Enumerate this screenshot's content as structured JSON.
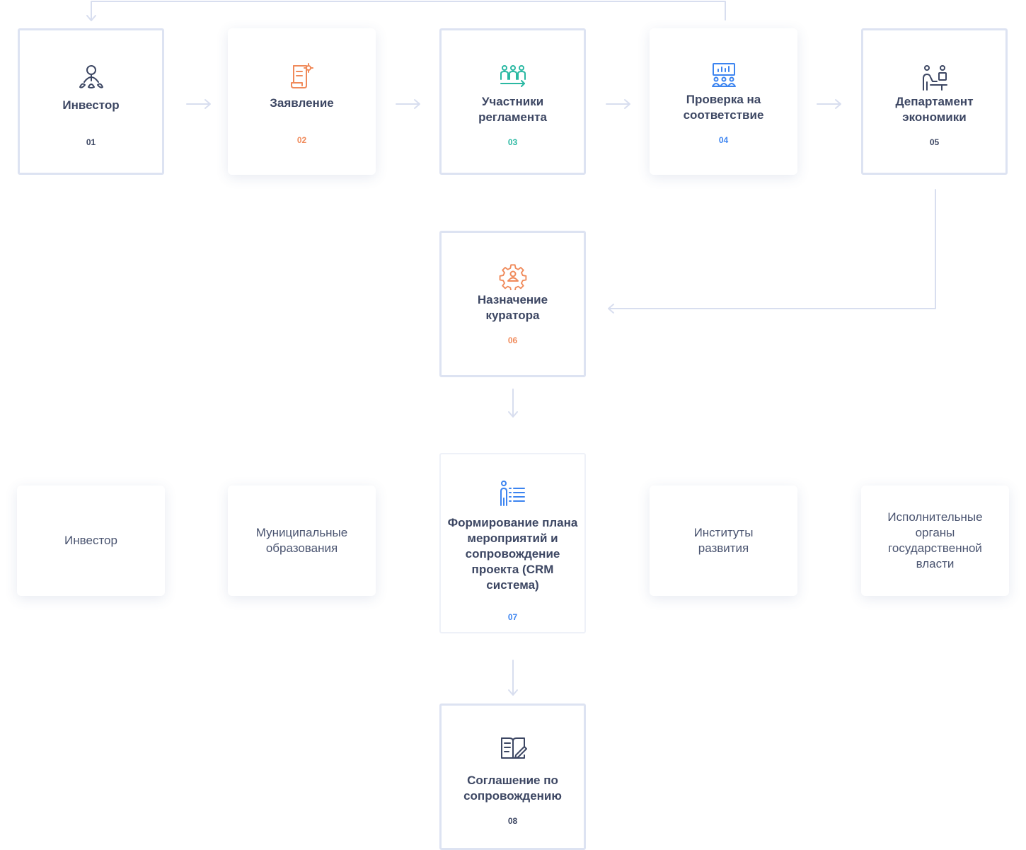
{
  "steps": [
    {
      "title": "Инвестор",
      "number": "01",
      "color": "#3d4763",
      "icon": "investor-icon"
    },
    {
      "title": "Заявление",
      "number": "02",
      "color": "#f08a5a",
      "icon": "document-gear-icon"
    },
    {
      "title": "Участники регламента",
      "number": "03",
      "color": "#2ab8a2",
      "icon": "participants-icon"
    },
    {
      "title": "Проверка на соответствие",
      "number": "04",
      "color": "#3c84f0",
      "icon": "presentation-audience-icon"
    },
    {
      "title": "Департамент экономики",
      "number": "05",
      "color": "#3d4763",
      "icon": "office-worker-icon"
    },
    {
      "title": "Назначение куратора",
      "number": "06",
      "color": "#f08a5a",
      "icon": "gear-person-icon"
    },
    {
      "title": "Формирование плана мероприятий и сопровождение проекта (CRM система)",
      "number": "07",
      "color": "#3c84f0",
      "icon": "person-list-icon"
    },
    {
      "title": "Соглашение по сопровождению",
      "number": "08",
      "color": "#3d4763",
      "icon": "agreement-sign-icon"
    }
  ],
  "stakeholders": [
    "Инвестор",
    "Муниципальные образования",
    "Институты развития",
    "Исполнительные органы государственной власти"
  ]
}
